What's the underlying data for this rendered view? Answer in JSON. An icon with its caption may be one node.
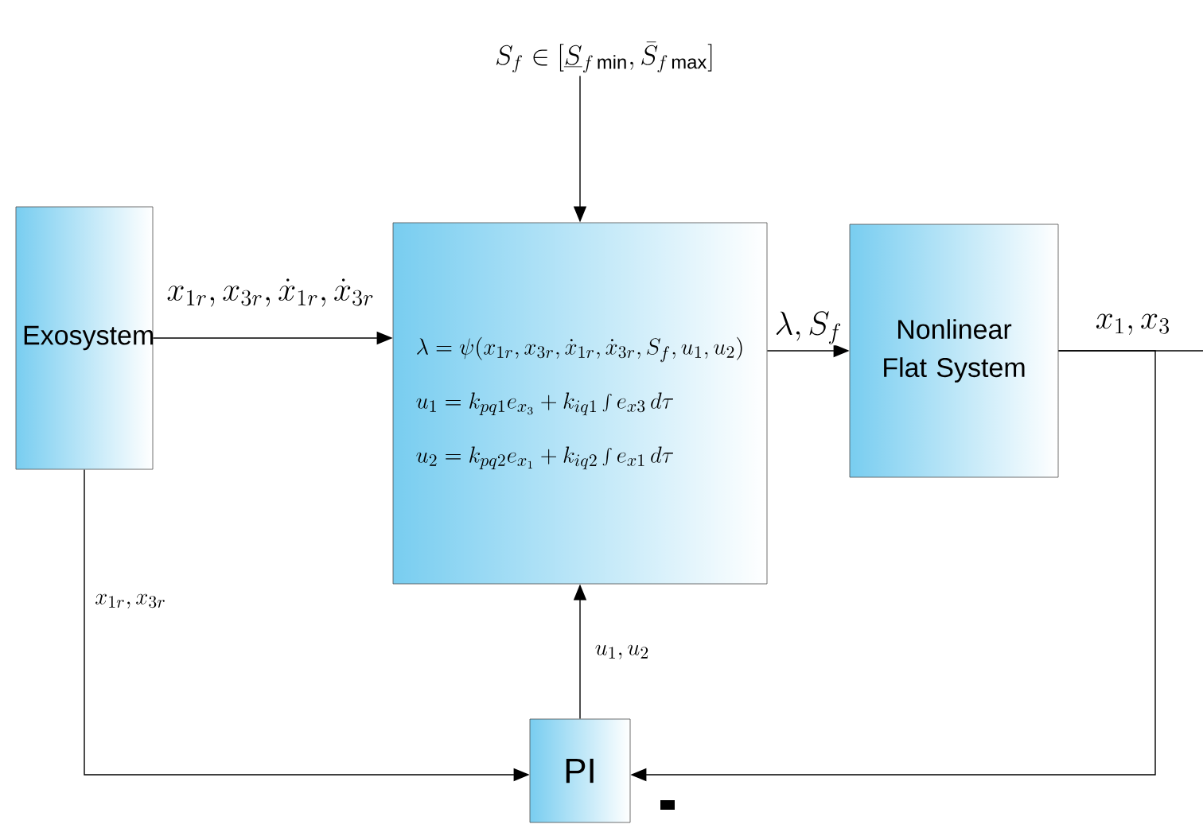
{
  "diagram": {
    "nodes": [
      {
        "text": [
          "Exosystem"
        ]
      },
      {
        "text": [
          "\\lambda=\\psi(x_{1r},x_{3r},\\dot{x}_{1r},\\dot{x}_{3r},S_f,u_1,u_2)",
          "u_1=k_{pq1}e_{x_3}+k_{iq1}\\int e_{x3}\\,d\\tau",
          "u_2=k_{pq2}e_{x_1}+k_{iq2}\\int e_{x1}\\,d\\tau"
        ]
      },
      {
        "text": [
          "Nonlinear Flat System"
        ]
      },
      {
        "text": [
          "PI"
        ]
      },
      {
        "text": [
          "S_f\\in[\\underline{S}_{f\\min},\\bar{S}_{f\\max}]"
        ]
      }
    ],
    "edges": [
      {
        "from": 4,
        "to": 1,
        "arrow": "to"
      },
      {
        "from": 0,
        "to": 1,
        "arrow": "to",
        "label": "x_{1r},x_{3r},\\dot{x}_{1r},\\dot{x}_{3r}"
      },
      {
        "from": 1,
        "to": 2,
        "arrow": "to",
        "label": "\\lambda,S_f"
      },
      {
        "from": 2,
        "to": null,
        "arrow": "none",
        "label": "x_1,x_3"
      },
      {
        "from": 2,
        "to": 3,
        "arrow": "to"
      },
      {
        "from": 0,
        "to": 3,
        "arrow": "to",
        "label": "x_{1r},x_{3r}"
      },
      {
        "from": 3,
        "to": 1,
        "arrow": "to",
        "label": "u_1,u_2"
      }
    ]
  }
}
